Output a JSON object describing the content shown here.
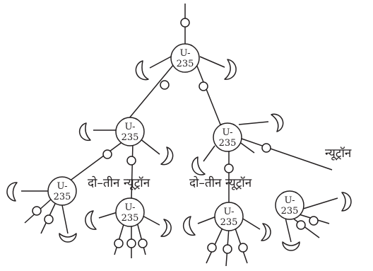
{
  "nucleus_label_top": "U-",
  "nucleus_label_bottom": "235",
  "label_two_three_neutrons": "दो–तीन न्यूट्रॉन",
  "label_neutron": "न्यूट्रॉन",
  "colors": {
    "stroke": "#231f20",
    "fill": "#ffffff"
  }
}
